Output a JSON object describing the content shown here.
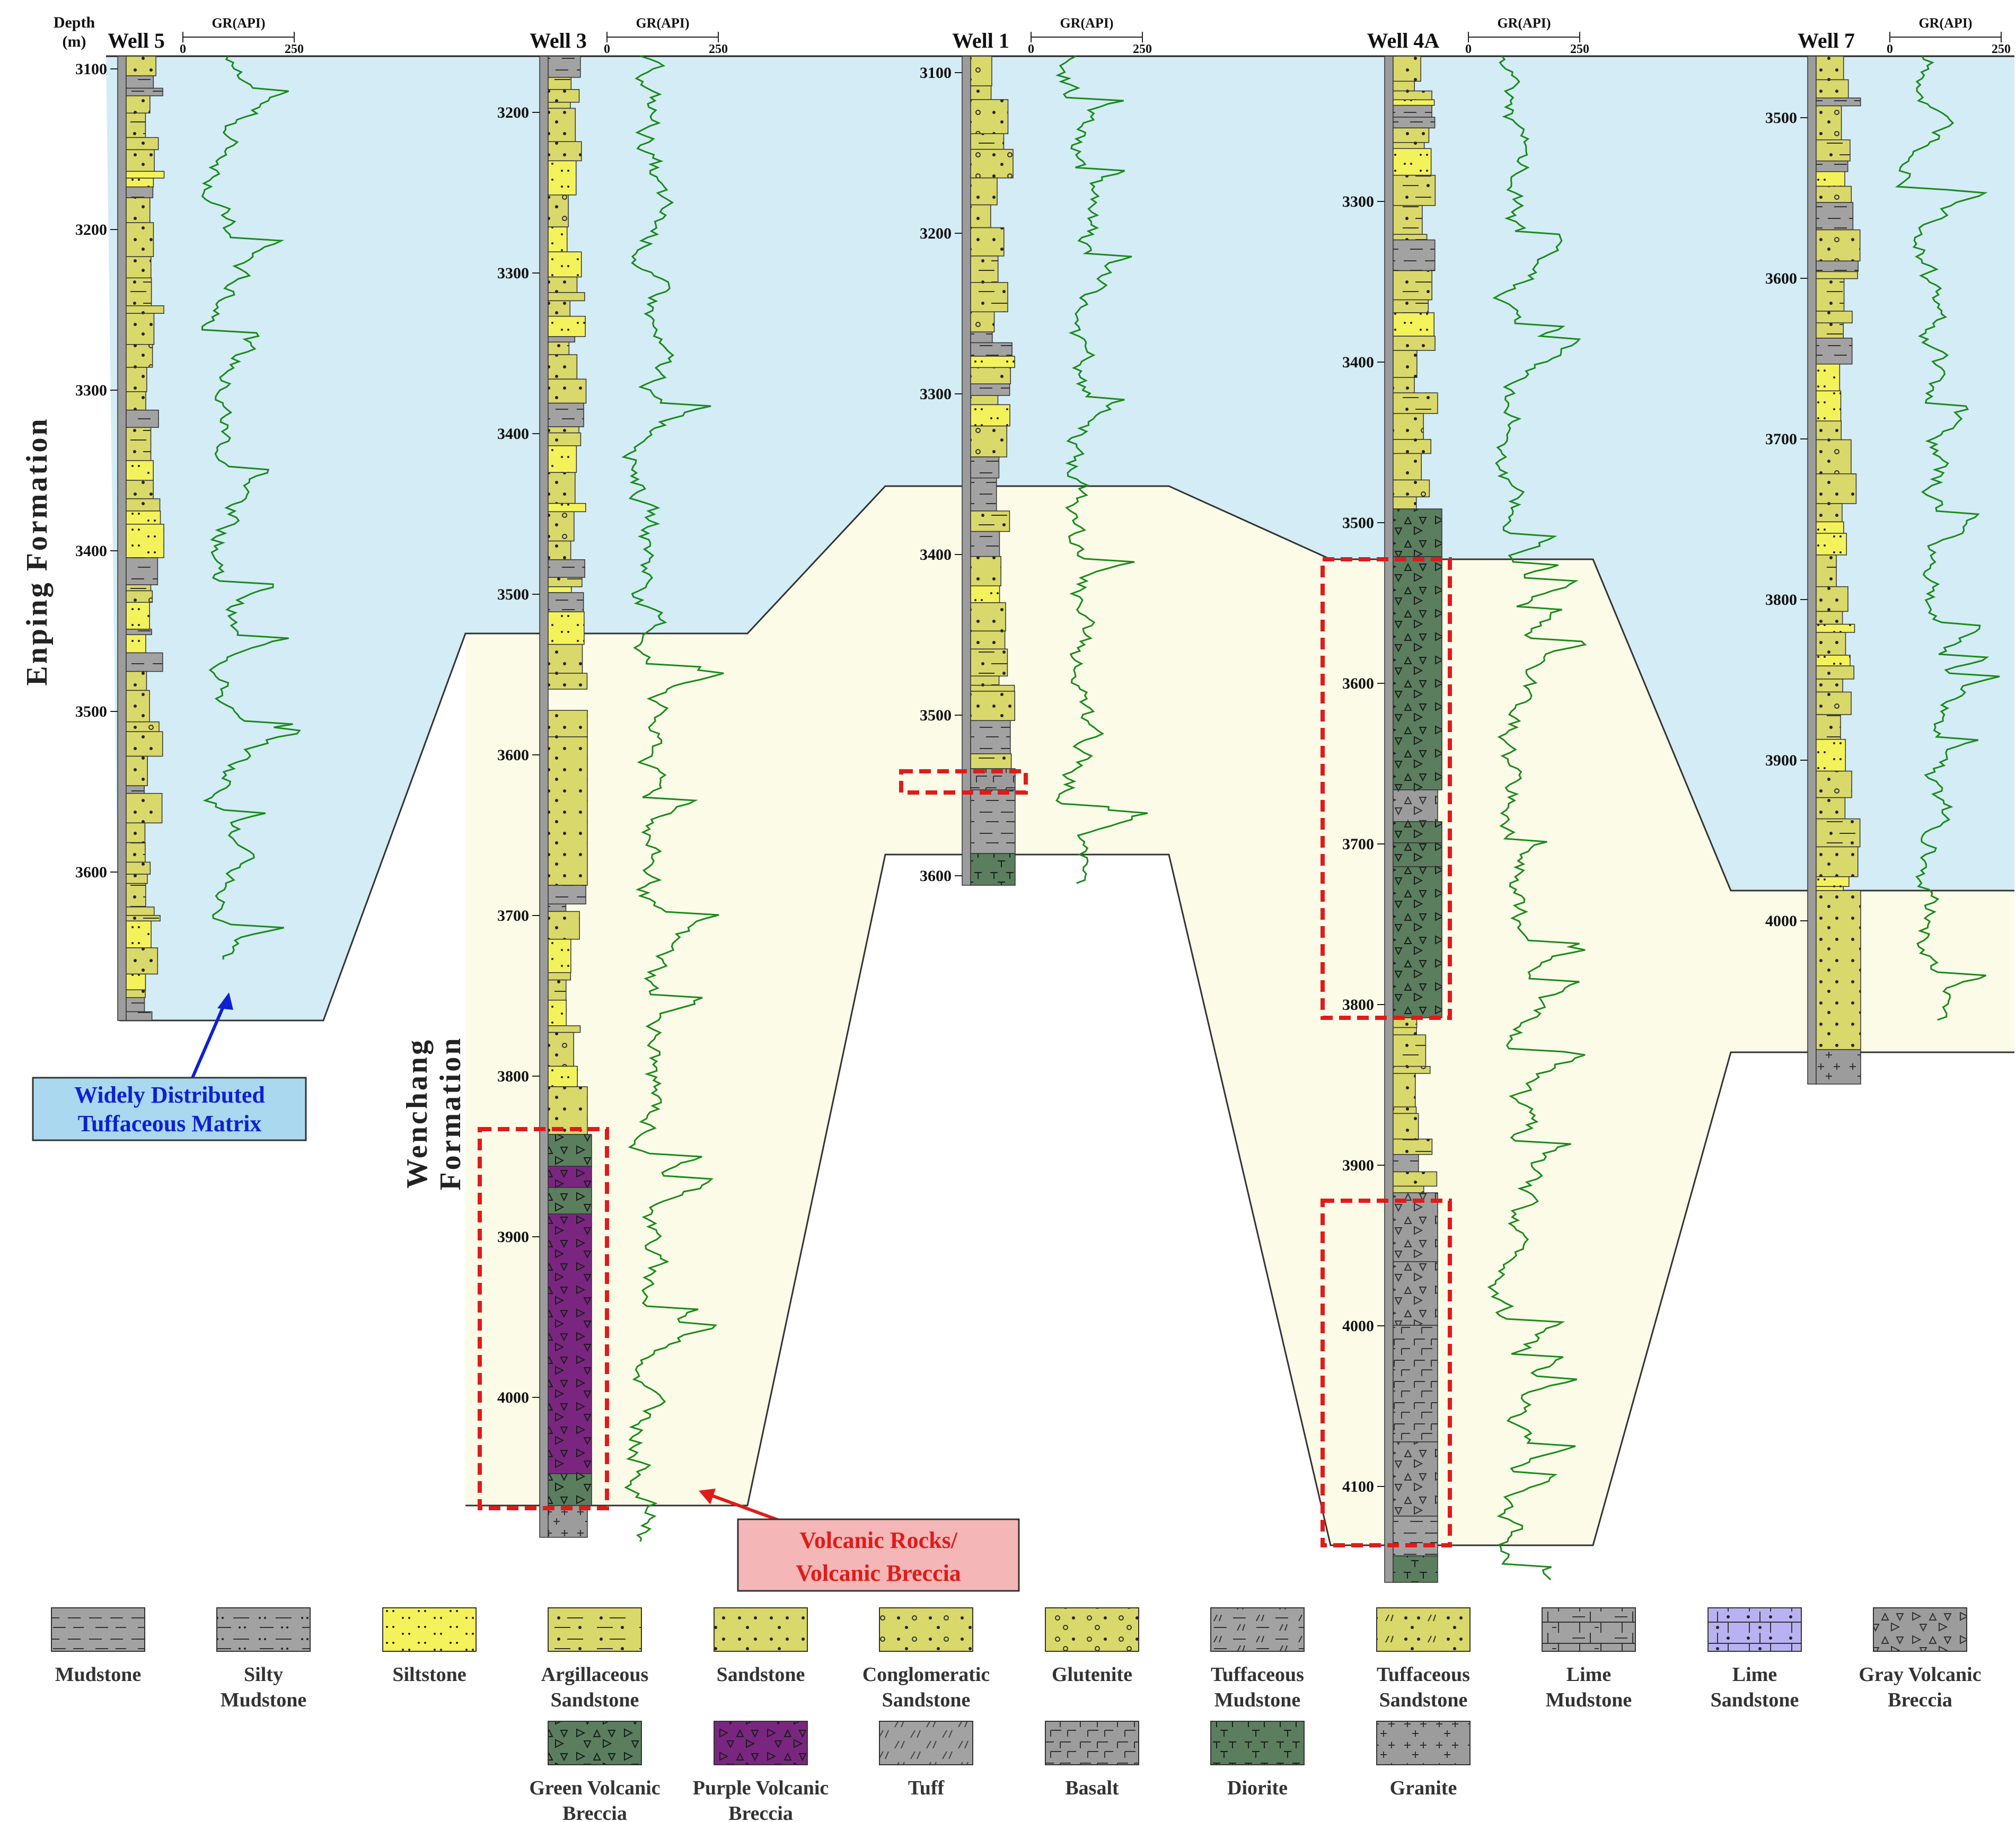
{
  "header": {
    "depth_title": "Depth",
    "depth_unit": "(m)",
    "gr_label": "GR(API)",
    "gr_min": "0",
    "gr_max": "250"
  },
  "wells": [
    {
      "name": "Well 5",
      "depths": [
        "3100",
        "3200",
        "3300",
        "3400",
        "3500",
        "3600"
      ]
    },
    {
      "name": "Well 3",
      "depths": [
        "3200",
        "3300",
        "3400",
        "3500",
        "3600",
        "3700",
        "3800",
        "3900",
        "4000"
      ]
    },
    {
      "name": "Well 1",
      "depths": [
        "3100",
        "3200",
        "3300",
        "3400",
        "3500",
        "3600"
      ]
    },
    {
      "name": "Well 4A",
      "depths": [
        "3300",
        "3400",
        "3500",
        "3600",
        "3700",
        "3800",
        "3900",
        "4000",
        "4100"
      ]
    },
    {
      "name": "Well 7",
      "depths": [
        "3500",
        "3600",
        "3700",
        "3800",
        "3900",
        "4000"
      ]
    }
  ],
  "formations": {
    "enping": "Enping Formation",
    "wenchang_line1": "Wenchang",
    "wenchang_line2": "Formation"
  },
  "callouts": {
    "tuff_line1": "Widely Distributed",
    "tuff_line2": "Tuffaceous Matrix",
    "volc_line1": "Volcanic Rocks/",
    "volc_line2": "Volcanic Breccia"
  },
  "legend": [
    {
      "label1": "Mudstone",
      "label2": "",
      "pattern": "mudstone"
    },
    {
      "label1": "Silty",
      "label2": "Mudstone",
      "pattern": "silty"
    },
    {
      "label1": "Siltstone",
      "label2": "",
      "pattern": "siltstone"
    },
    {
      "label1": "Argillaceous",
      "label2": "Sandstone",
      "pattern": "argsand"
    },
    {
      "label1": "Sandstone",
      "label2": "",
      "pattern": "sandstone"
    },
    {
      "label1": "Conglomeratic",
      "label2": "Sandstone",
      "pattern": "conglsand"
    },
    {
      "label1": "Glutenite",
      "label2": "",
      "pattern": "glutenite"
    },
    {
      "label1": "Tuffaceous",
      "label2": "Mudstone",
      "pattern": "tuffmud"
    },
    {
      "label1": "Tuffaceous",
      "label2": "Sandstone",
      "pattern": "tuffsand"
    },
    {
      "label1": "Lime",
      "label2": "Mudstone",
      "pattern": "limemud"
    },
    {
      "label1": "Lime",
      "label2": "Sandstone",
      "pattern": "limesand"
    },
    {
      "label1": "Gray Volcanic",
      "label2": "Breccia",
      "pattern": "grayvb"
    },
    {
      "label1": "Green Volcanic",
      "label2": "Breccia",
      "pattern": "greenvb"
    },
    {
      "label1": "Purple Volcanic",
      "label2": "Breccia",
      "pattern": "purplevb"
    },
    {
      "label1": "Tuff",
      "label2": "",
      "pattern": "tuff"
    },
    {
      "label1": "Basalt",
      "label2": "",
      "pattern": "basalt"
    },
    {
      "label1": "Diorite",
      "label2": "",
      "pattern": "diorite"
    },
    {
      "label1": "Granite",
      "label2": "",
      "pattern": "granite"
    }
  ],
  "colors": {
    "enping_fill": "#d3ecf6",
    "wenchang_fill": "#fbfbe8",
    "sand_yellow": "#d9d86a",
    "silt_yellow": "#f4f25a",
    "green_volcanic": "#5a7e5e",
    "purple_volcanic": "#7a2680",
    "gray": "#9c9c9c",
    "gr_curve": "#1a8a1a",
    "highlight_red": "#e01b1b",
    "blue_callout": "#a9d8ef",
    "red_callout": "#f4b6b6"
  }
}
